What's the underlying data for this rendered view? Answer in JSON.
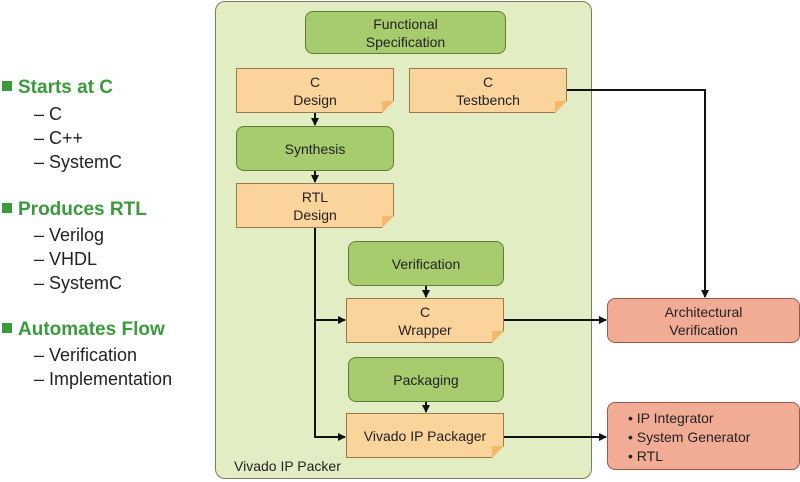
{
  "left_list": [
    {
      "heading": "Starts at C",
      "items": [
        "– C",
        "– C++",
        "– SystemC"
      ]
    },
    {
      "heading": "Produces RTL",
      "items": [
        "– Verilog",
        "– VHDL",
        "– SystemC"
      ]
    },
    {
      "heading": "Automates Flow",
      "items": [
        "– Verification",
        "– Implementation"
      ]
    }
  ],
  "panel_label": "Vivado IP Packer",
  "nodes": {
    "functional_spec": [
      "Functional",
      "Specification"
    ],
    "c_design": [
      "C",
      "Design"
    ],
    "c_testbench": [
      "C",
      "Testbench"
    ],
    "synthesis": [
      "Synthesis"
    ],
    "rtl_design": [
      "RTL",
      "Design"
    ],
    "verification": [
      "Verification"
    ],
    "c_wrapper": [
      "C",
      "Wrapper"
    ],
    "packaging": [
      "Packaging"
    ],
    "ip_packager": [
      "Vivado IP Packager"
    ],
    "arch_verification": [
      "Architectural",
      "Verification"
    ]
  },
  "outputs": [
    "• IP Integrator",
    "• System Generator",
    "• RTL"
  ],
  "colors": {
    "panel_fill": "#e2edc4",
    "process_fill": "#a6cc6d",
    "document_fill": "#fbd49c",
    "output_fill": "#f2ac96",
    "heading_green": "#3b9a3b"
  }
}
